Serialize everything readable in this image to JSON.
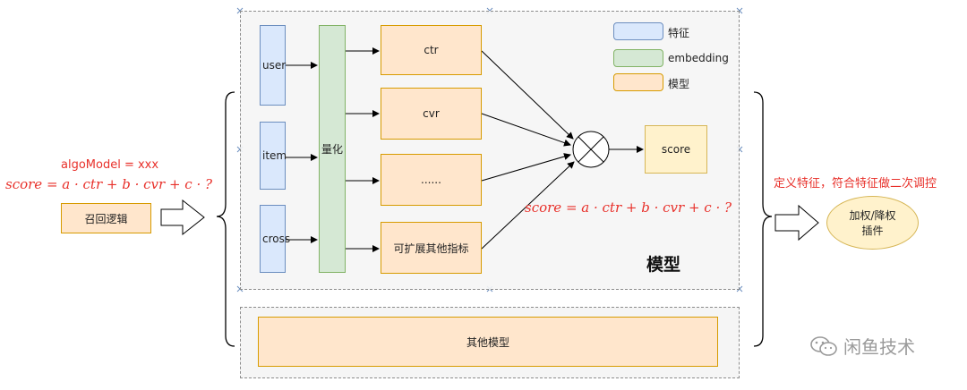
{
  "left": {
    "algo_model": "algoModel = xxx",
    "score_formula": "score = a · ctr + b · cvr + c · ?",
    "recall_logic": "召回逻辑"
  },
  "model_panel": {
    "features": [
      "user",
      "item",
      "cross"
    ],
    "quantize": "量化",
    "metrics": [
      "ctr",
      "cvr",
      "......",
      "可扩展其他指标"
    ],
    "score": "score",
    "score_formula": "score = a · ctr + b · cvr + c · ?",
    "title": "模型"
  },
  "legend": [
    {
      "label": "特征",
      "color": "#dae8fc"
    },
    {
      "label": "embedding",
      "color": "#d5e8d4"
    },
    {
      "label": "模型",
      "color": "#ffe6cc"
    }
  ],
  "other_model": "其他模型",
  "right": {
    "caption": "定义特征，符合特征做二次调控",
    "plugin_line1": "加权/降权",
    "plugin_line2": "插件"
  },
  "watermark": "闲鱼技术"
}
